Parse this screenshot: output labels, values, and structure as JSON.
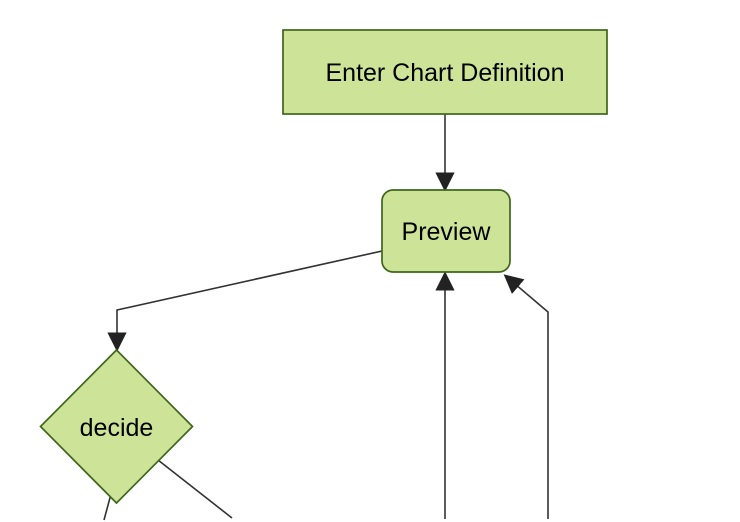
{
  "diagram": {
    "type": "flowchart",
    "direction": "top-down",
    "colors": {
      "background": "#ffffff",
      "node_fill": "#cde498",
      "node_border": "#3f661c",
      "edge_line": "#333333",
      "arrowhead": "#222222",
      "label_text": "#000000"
    },
    "nodes": [
      {
        "id": "enter-chart-definition",
        "label": "Enter Chart Definition",
        "shape": "rectangle"
      },
      {
        "id": "preview",
        "label": "Preview",
        "shape": "rounded-rectangle"
      },
      {
        "id": "decide",
        "label": "decide",
        "shape": "diamond"
      }
    ],
    "edges": [
      {
        "from": "enter-chart-definition",
        "to": "preview",
        "arrow": true
      },
      {
        "from": "preview",
        "to": "decide",
        "arrow": true
      },
      {
        "from": "offscreen-bottom-left-node",
        "to": "preview",
        "arrow": true
      },
      {
        "from": "offscreen-bottom-right-node",
        "to": "preview",
        "arrow": true
      },
      {
        "from": "decide",
        "to": "offscreen-bottom-left-node",
        "arrow": false
      },
      {
        "from": "decide",
        "to": "offscreen-bottom-right-node",
        "arrow": false
      }
    ]
  }
}
